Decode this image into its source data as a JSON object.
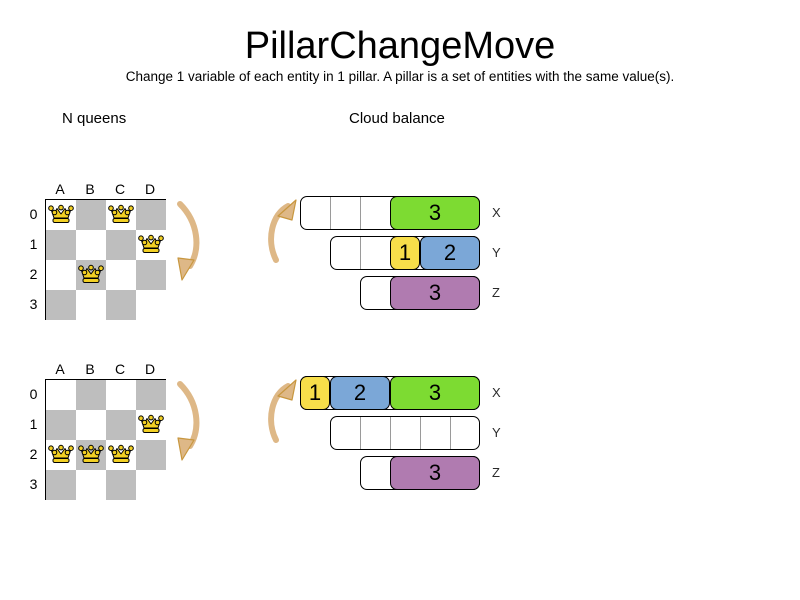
{
  "header": {
    "title": "PillarChangeMove",
    "subtitle": "Change 1 variable of each entity in 1 pillar. A pillar is a set of entities with the same value(s)."
  },
  "sections": {
    "nqueens": {
      "heading": "N queens"
    },
    "cloud": {
      "heading": "Cloud balance"
    }
  },
  "colors": {
    "board_dark": "#bebebe",
    "board_light": "#ffffff",
    "queen_gold": "#f2d024",
    "arrow": "#deb887",
    "arrow_stroke": "#c8973f",
    "green": "#7ddb32",
    "blue": "#7ba7d7",
    "yellow": "#f7de4a",
    "purple": "#b07bb0"
  },
  "nqueens": {
    "column_labels": [
      "A",
      "B",
      "C",
      "D"
    ],
    "row_labels": [
      "0",
      "1",
      "2",
      "3"
    ],
    "boards": [
      {
        "name": "before",
        "queens": [
          {
            "col": 0,
            "row": 0
          },
          {
            "col": 2,
            "row": 0
          },
          {
            "col": 3,
            "row": 1
          },
          {
            "col": 1,
            "row": 2
          }
        ]
      },
      {
        "name": "after",
        "queens": [
          {
            "col": 3,
            "row": 1
          },
          {
            "col": 0,
            "row": 2
          },
          {
            "col": 1,
            "row": 2
          },
          {
            "col": 2,
            "row": 2
          }
        ]
      }
    ]
  },
  "cloud": {
    "groups": [
      {
        "name": "before",
        "rows": [
          {
            "label": "X",
            "empty_cells": 3,
            "chunks": [
              {
                "value": "3",
                "cells": 3,
                "color": "#7ddb32"
              }
            ]
          },
          {
            "label": "Y",
            "empty_cells": 2,
            "chunks": [
              {
                "value": "1",
                "cells": 1,
                "color": "#f7de4a"
              },
              {
                "value": "2",
                "cells": 2,
                "color": "#7ba7d7"
              }
            ]
          },
          {
            "label": "Z",
            "empty_cells": 1,
            "chunks": [
              {
                "value": "3",
                "cells": 3,
                "color": "#b07bb0"
              }
            ]
          }
        ]
      },
      {
        "name": "after",
        "rows": [
          {
            "label": "X",
            "empty_cells": 0,
            "chunks": [
              {
                "value": "1",
                "cells": 1,
                "color": "#f7de4a"
              },
              {
                "value": "2",
                "cells": 2,
                "color": "#7ba7d7"
              },
              {
                "value": "3",
                "cells": 3,
                "color": "#7ddb32"
              }
            ]
          },
          {
            "label": "Y",
            "empty_cells": 5,
            "chunks": []
          },
          {
            "label": "Z",
            "empty_cells": 1,
            "chunks": [
              {
                "value": "3",
                "cells": 3,
                "color": "#b07bb0"
              }
            ]
          }
        ]
      }
    ]
  }
}
